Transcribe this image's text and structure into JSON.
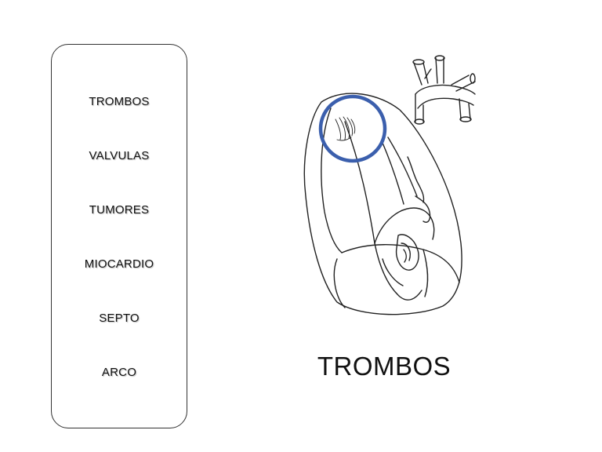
{
  "menu": {
    "items": [
      {
        "label": "TROMBOS"
      },
      {
        "label": "VALVULAS"
      },
      {
        "label": "TUMORES"
      },
      {
        "label": "MIOCARDIO"
      },
      {
        "label": "SEPTO"
      },
      {
        "label": "ARCO"
      }
    ]
  },
  "caption": "TROMBOS",
  "colors": {
    "highlight_circle": "#3b5fad",
    "line_art": "#222222"
  }
}
